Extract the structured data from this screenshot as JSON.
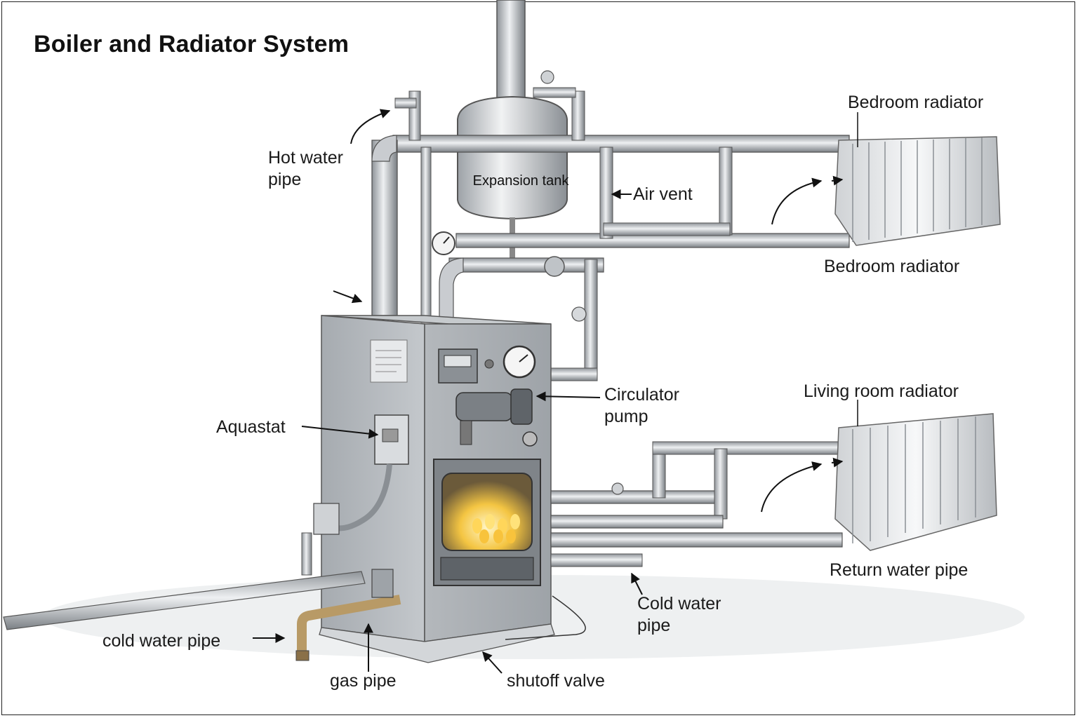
{
  "title": "Boiler and Radiator System",
  "labels": {
    "hot_water_pipe": [
      "Hot water",
      "pipe"
    ],
    "expansion_tank": "Expansion tank",
    "air_vent": "Air vent",
    "bedroom_radiator_top": "Bedroom radiator",
    "bedroom_radiator_bottom": "Bedroom radiator",
    "circulator_pump": [
      "Circulator",
      "pump"
    ],
    "living_room_radiator": "Living room radiator",
    "aquastat": "Aquastat",
    "return_water_pipe": "Return water pipe",
    "cold_water_pipe_right": [
      "Cold water",
      "pipe"
    ],
    "cold_water_pipe_left": "cold water pipe",
    "gas_pipe": "gas pipe",
    "shutoff_valve": "shutoff valve"
  },
  "colors": {
    "ink": "#1a1a1a",
    "metal_light": "#d9dcdf",
    "metal_mid": "#a9adb2",
    "metal_dark": "#6d7277",
    "brass": "#b89a66",
    "flame": "#f4c542"
  }
}
